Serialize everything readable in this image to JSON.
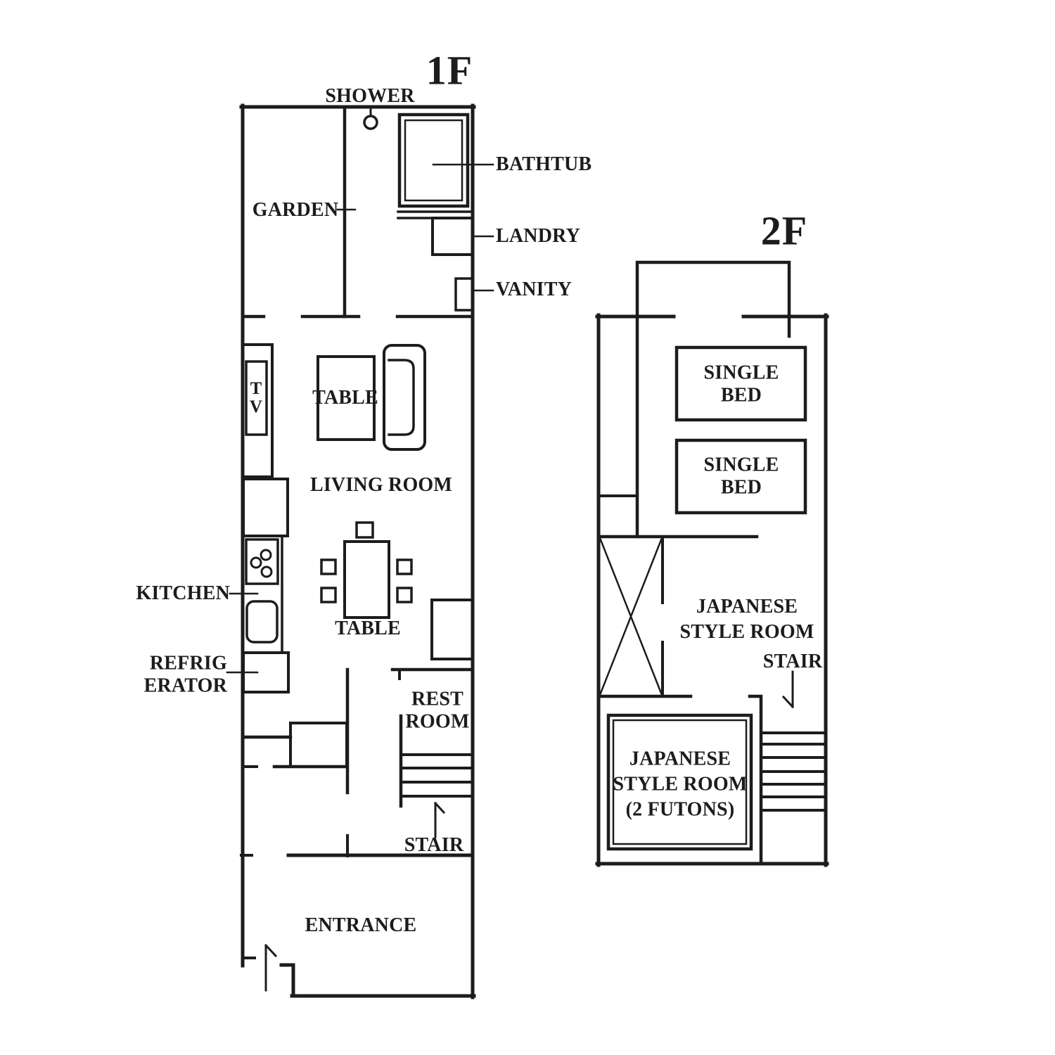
{
  "style": {
    "line_color": "#1c1c1c",
    "background": "#ffffff"
  },
  "floor1": {
    "title": "1F",
    "labels": {
      "shower": "SHOWER",
      "bathtub": "BATHTUB",
      "garden": "GARDEN",
      "landry": "LANDRY",
      "vanity": "VANITY",
      "tv": "TV",
      "living_table": "TABLE",
      "living_room": "LIVING ROOM",
      "dining_table": "TABLE",
      "kitchen": "KITCHEN",
      "refrigerator": "REFRIG\nERATOR",
      "rest_room": "REST\nROOM",
      "stair": "STAIR",
      "entrance": "ENTRANCE"
    }
  },
  "floor2": {
    "title": "2F",
    "labels": {
      "single_bed_1": "SINGLE\nBED",
      "single_bed_2": "SINGLE\nBED",
      "japanese_style_room": "JAPANESE\nSTYLE ROOM",
      "stair": "STAIR",
      "japanese_style_room_futons": "JAPANESE\nSTYLE ROOM\n(2 FUTONS)"
    }
  }
}
